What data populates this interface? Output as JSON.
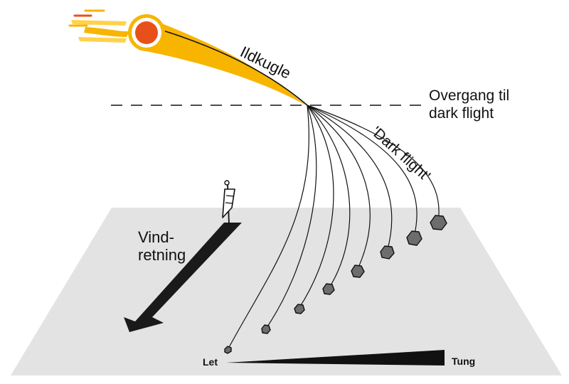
{
  "labels": {
    "fireball": "Ildkugle",
    "transition_line1": "Overgang til",
    "transition_line2": "dark flight",
    "dark_flight": "'Dark flight'",
    "wind_line1": "Vind-",
    "wind_line2": "retning",
    "light": "Let",
    "heavy": "Tung"
  },
  "colors": {
    "ground": "#e3e3e3",
    "fireball_core": "#e8501a",
    "trail": "#f7b500",
    "trail_light": "#ffd24a",
    "streak_red": "#e8501a",
    "rock": "#6d6d6d",
    "ink": "#111111"
  }
}
